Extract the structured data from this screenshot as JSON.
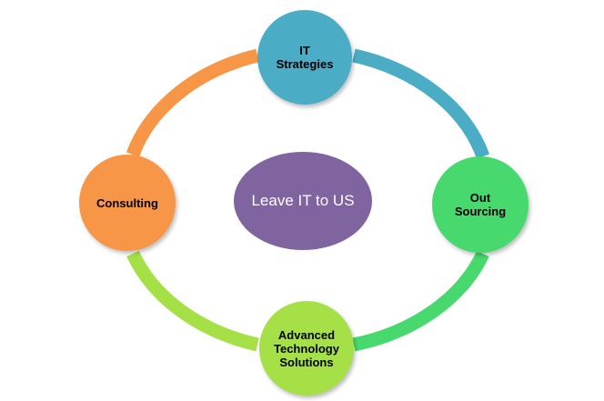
{
  "diagram": {
    "center": {
      "label": "Leave IT to US",
      "color": "#7f64a0"
    },
    "nodes": [
      {
        "id": "top",
        "label": "IT\nStrategies",
        "color": "#4bacc6"
      },
      {
        "id": "right",
        "label": "Out\nSourcing",
        "color": "#48d96e"
      },
      {
        "id": "bottom",
        "label": "Advanced\nTechnology\nSolutions",
        "color": "#a5e046"
      },
      {
        "id": "left",
        "label": "Consulting",
        "color": "#f79646"
      }
    ],
    "arc_colors": {
      "top_to_right": "#4bacc6",
      "right_to_bottom": "#48d96e",
      "bottom_to_left": "#a5e046",
      "left_to_top": "#f79646"
    }
  }
}
